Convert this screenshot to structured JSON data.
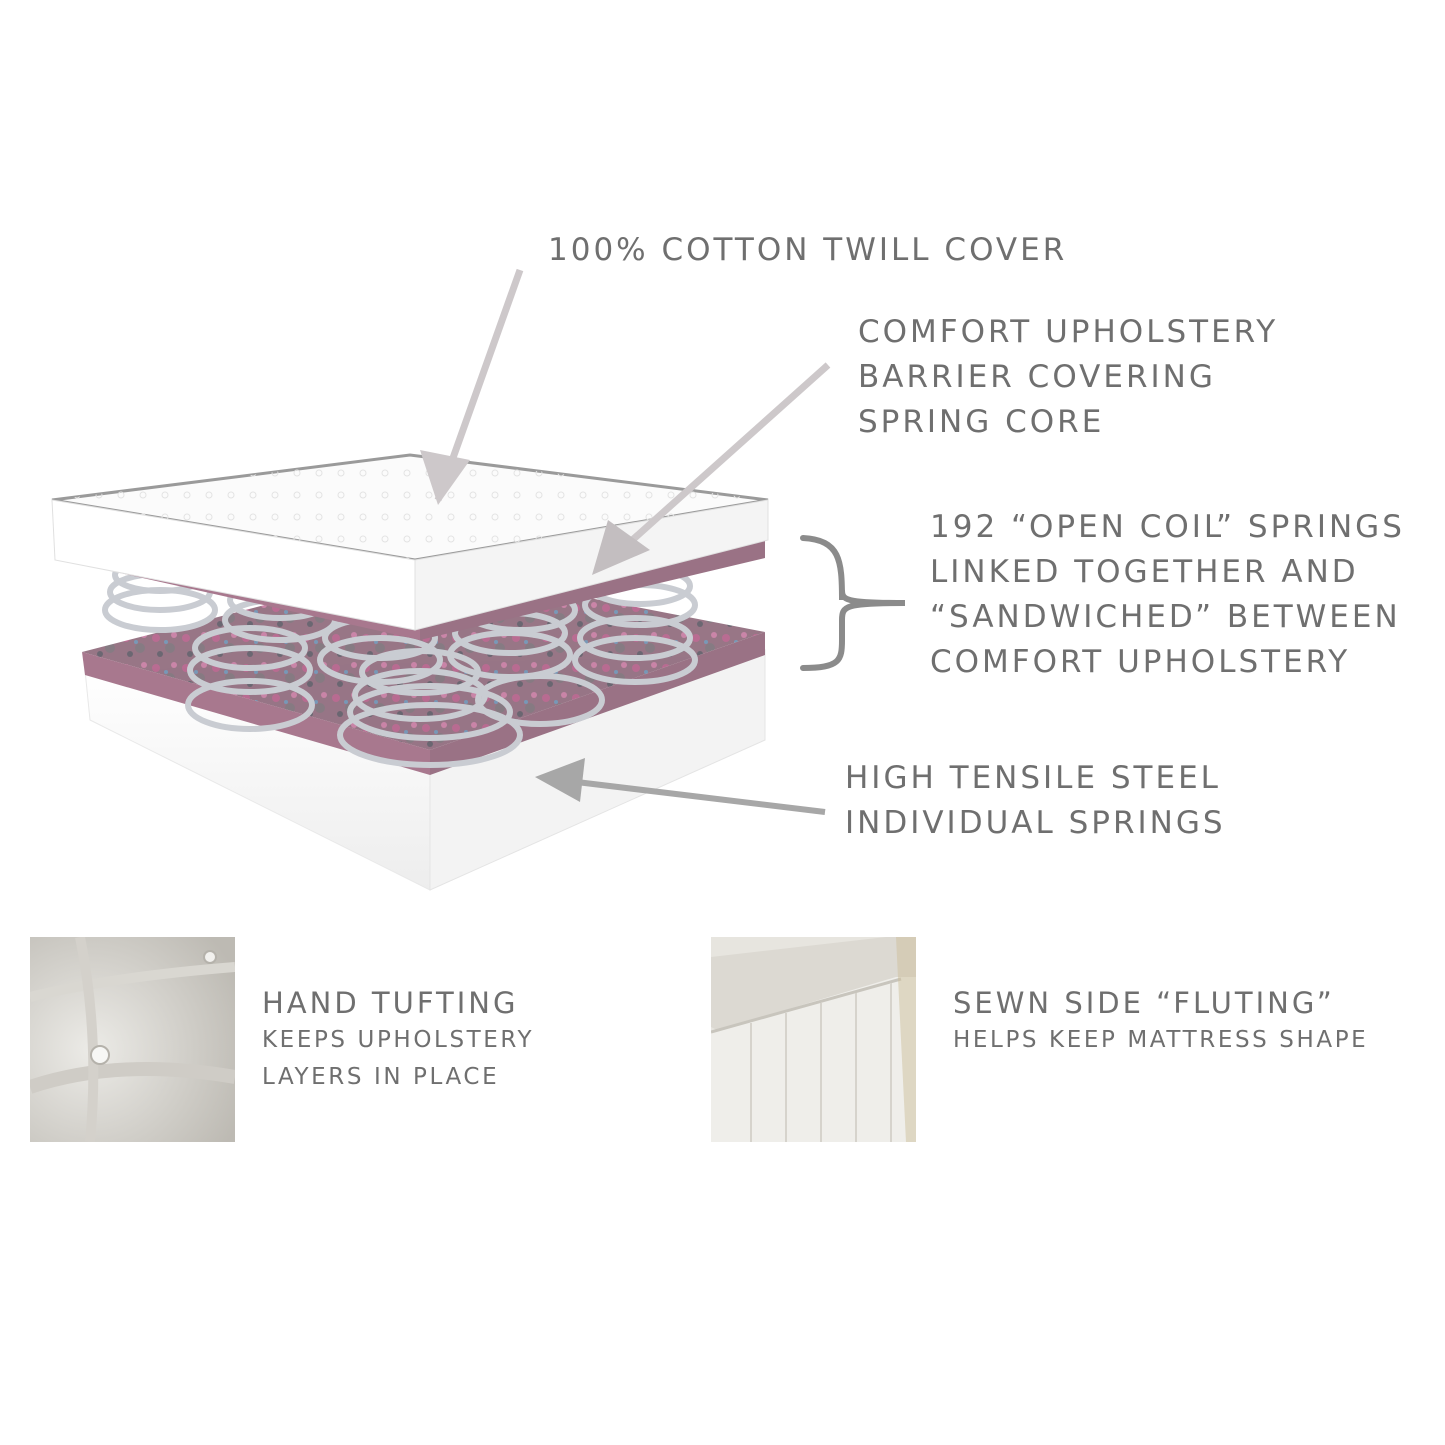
{
  "callouts": {
    "cover": {
      "lines": [
        "100% COTTON TWILL COVER"
      ]
    },
    "barrier": {
      "lines": [
        "COMFORT UPHOLSTERY",
        "BARRIER COVERING",
        "SPRING CORE"
      ]
    },
    "springs": {
      "lines": [
        "192 “OPEN COIL” SPRINGS",
        "LINKED TOGETHER AND",
        "“SANDWICHED” BETWEEN",
        "COMFORT UPHOLSTERY"
      ]
    },
    "steel": {
      "lines": [
        "HIGH TENSILE STEEL",
        "INDIVIDUAL SPRINGS"
      ]
    }
  },
  "features": [
    {
      "title": "HAND TUFTING",
      "lines": [
        "KEEPS UPHOLSTERY",
        "LAYERS IN PLACE"
      ]
    },
    {
      "title": "SEWN SIDE “FLUTING”",
      "lines": [
        "HELPS KEEP MATTRESS SHAPE"
      ]
    }
  ],
  "colors": {
    "text": "#6f6f6f",
    "arrow": "#cdc8ca",
    "arrow_dark": "#a7a7a7",
    "brace": "#8b8b8b",
    "upholstery": "#9b6a80",
    "spring": "#c9ccd2",
    "foam": "#fafafa"
  }
}
